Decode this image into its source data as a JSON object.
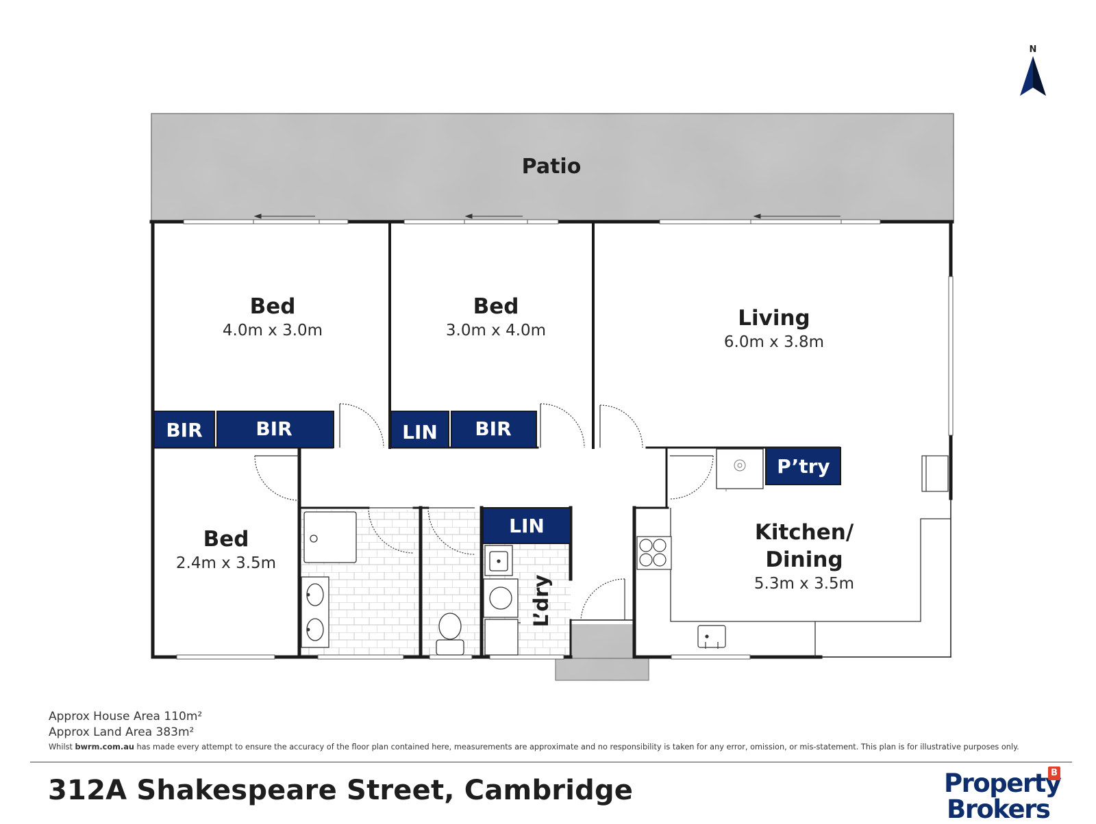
{
  "north": {
    "label": "N"
  },
  "patio": {
    "label": "Patio"
  },
  "rooms": {
    "bed1": {
      "name": "Bed",
      "dims": "4.0m x 3.0m"
    },
    "bed2": {
      "name": "Bed",
      "dims": "3.0m x 4.0m"
    },
    "living": {
      "name": "Living",
      "dims": "6.0m x 3.8m"
    },
    "bed3": {
      "name": "Bed",
      "dims": "2.4m x 3.5m"
    },
    "kitchen": {
      "name_line1": "Kitchen/",
      "name_line2": "Dining",
      "dims": "5.3m x 3.5m"
    },
    "laundry": {
      "name": "L’dry"
    }
  },
  "storage": {
    "bir1": "BIR",
    "bir2": "BIR",
    "lin1": "LIN",
    "bir3": "BIR",
    "pantry": "P’try",
    "lin2": "LIN"
  },
  "colors": {
    "storage_fill": "#0e2b6e",
    "wall": "#1a1a1a",
    "patio": "#b9b9b9"
  },
  "footer": {
    "house_area": "Approx House Area 110m²",
    "land_area": "Approx Land Area 383m²",
    "disclaimer_prefix": "Whilst ",
    "disclaimer_site": "bwrm.com.au",
    "disclaimer_rest": " has made every attempt to ensure the accuracy of the floor plan contained here, measurements are approximate and no responsibility is taken for any error, omission, or mis-statement. This plan is for illustrative purposes only.",
    "address": "312A Shakespeare Street, Cambridge",
    "logo_line1": "Property",
    "logo_line2": "Brokers",
    "logo_badge": "B"
  }
}
